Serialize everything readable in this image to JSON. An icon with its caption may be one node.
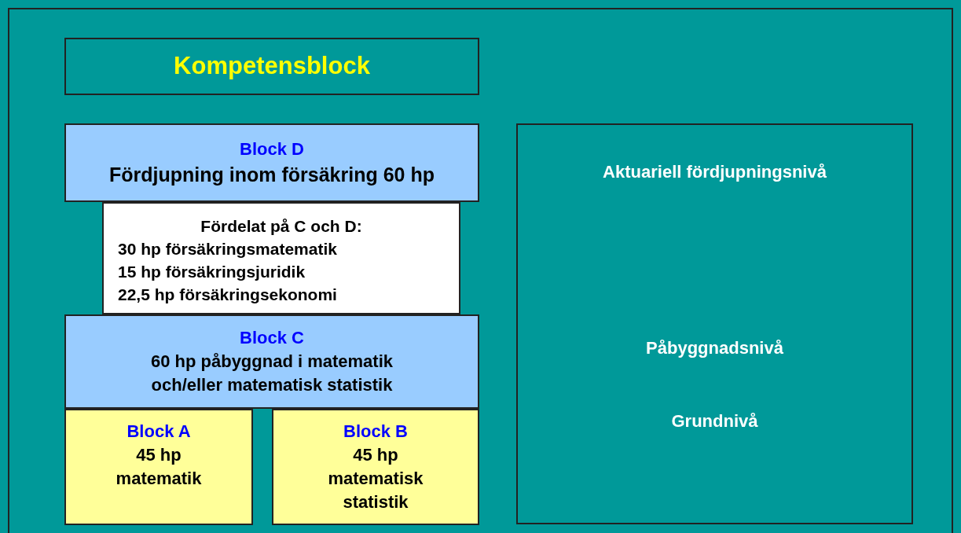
{
  "diagram": {
    "nodes": [
      {
        "text": [
          "Kompetensblock"
        ]
      },
      {
        "text": [
          "Block D",
          "Fördjupning inom försäkring 60 hp"
        ]
      },
      {
        "text": [
          "Fördelat på C och D:",
          "30 hp försäkringsmatematik",
          "15 hp försäkringsjuridik",
          "22,5 hp försäkringsekonomi"
        ]
      },
      {
        "text": [
          "Block C",
          "60 hp påbyggnad i matematik och/eller matematisk statistik"
        ]
      },
      {
        "text": [
          "Block A",
          "45 hp",
          "matematik"
        ]
      },
      {
        "text": [
          "Block B",
          "45 hp",
          "matematisk statistik"
        ]
      },
      {
        "text": [
          "Aktuariell fördjupningsnivå",
          "Påbyggnadsnivå",
          "Grundnivå"
        ]
      }
    ]
  }
}
